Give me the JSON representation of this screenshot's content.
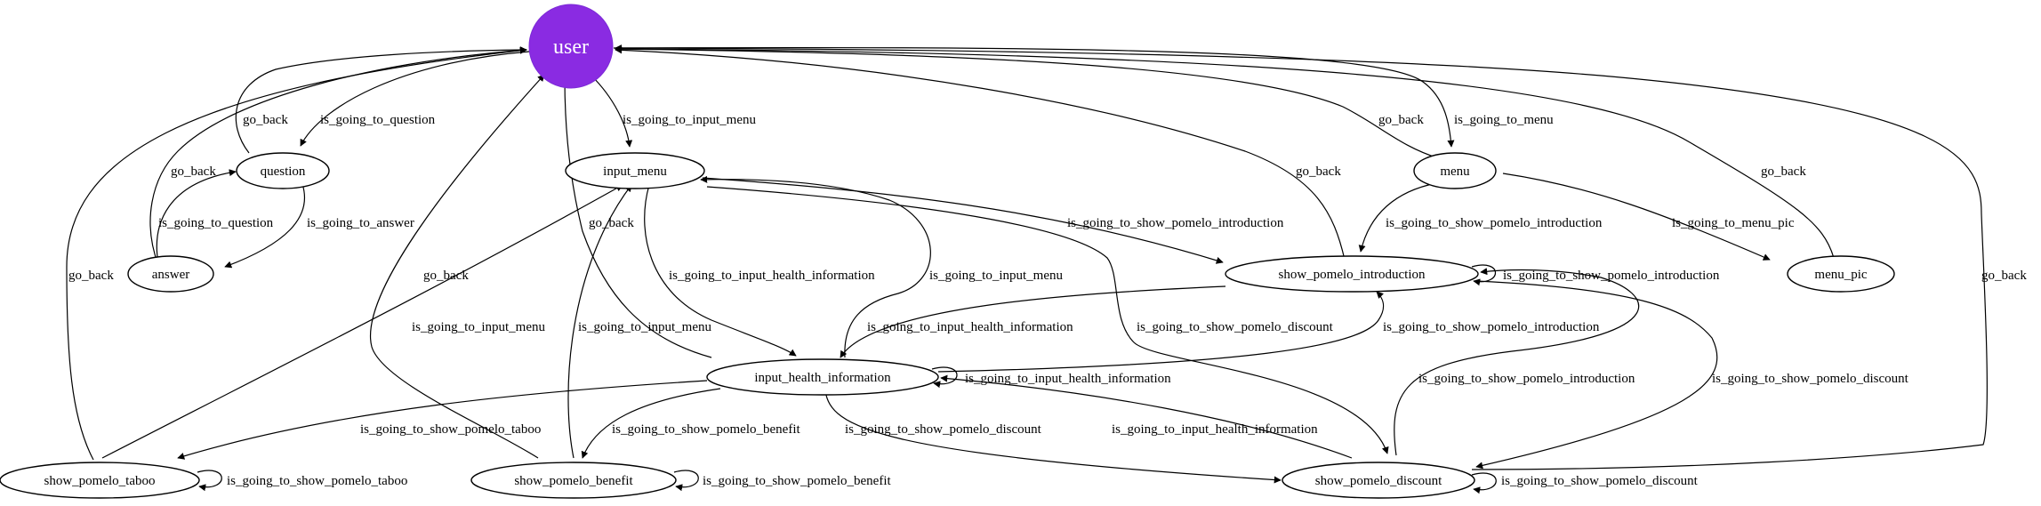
{
  "colors": {
    "user_fill": "#8a2be2",
    "line": "#000000",
    "background": "#ffffff"
  },
  "nodes": {
    "user": "user",
    "question": "question",
    "answer": "answer",
    "input_menu": "input_menu",
    "menu": "menu",
    "menu_pic": "menu_pic",
    "show_pomelo_introduction": "show_pomelo_introduction",
    "input_health_information": "input_health_information",
    "show_pomelo_taboo": "show_pomelo_taboo",
    "show_pomelo_benefit": "show_pomelo_benefit",
    "show_pomelo_discount": "show_pomelo_discount"
  },
  "edges": {
    "user_question": "is_going_to_question",
    "question_user": "go_back",
    "answer_user": "go_back",
    "answer_question": "is_going_to_question",
    "question_answer": "is_going_to_answer",
    "user_input_menu": "is_going_to_input_menu",
    "user_menu": "is_going_to_menu",
    "menu_user": "go_back",
    "menu_pic_user": "go_back",
    "intro_user": "go_back",
    "taboo_user": "go_back",
    "benefit_user": "go_back",
    "health_user": "go_back",
    "discount_user": "go_back",
    "menu_intro": "is_going_to_show_pomelo_introduction",
    "menu_menu_pic": "is_going_to_menu_pic",
    "input_menu_intro": "is_going_to_show_pomelo_introduction",
    "intro_self": "is_going_to_show_pomelo_introduction",
    "input_menu_health": "is_going_to_input_health_information",
    "health_input_menu": "is_going_to_input_menu",
    "input_menu_discount": "is_going_to_show_pomelo_discount",
    "intro_health": "is_going_to_input_health_information",
    "health_intro": "is_going_to_show_pomelo_introduction",
    "health_self": "is_going_to_input_health_information",
    "taboo_input_menu": "is_going_to_input_menu",
    "benefit_input_menu": "is_going_to_input_menu",
    "health_taboo": "is_going_to_show_pomelo_taboo",
    "health_benefit": "is_going_to_show_pomelo_benefit",
    "health_discount": "is_going_to_show_pomelo_discount",
    "discount_health": "is_going_to_input_health_information",
    "discount_intro": "is_going_to_show_pomelo_introduction",
    "intro_discount": "is_going_to_show_pomelo_discount",
    "taboo_self": "is_going_to_show_pomelo_taboo",
    "benefit_self": "is_going_to_show_pomelo_benefit",
    "discount_self": "is_going_to_show_pomelo_discount"
  }
}
